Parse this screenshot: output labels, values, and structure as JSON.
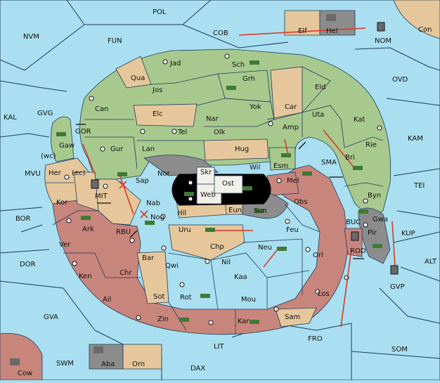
{
  "board": {
    "sea_labels": [
      "POL",
      "NVM",
      "FUN",
      "COB",
      "Con",
      "NOM",
      "OVD",
      "KAL",
      "GVG",
      "KAM",
      "SMA",
      "MVU",
      "(wc)",
      "(ec)",
      "BOR",
      "MIT",
      "TEI",
      "RBU",
      "BUC",
      "KUP",
      "DOR",
      "ROD",
      "ALT",
      "GVP",
      "GVA",
      "FRO",
      "SOM",
      "SWM",
      "LIT",
      "DAX",
      "Cow"
    ],
    "land_labels": [
      "Elf",
      "Hel",
      "Jad",
      "Sch",
      "Qua",
      "Grh",
      "Jos",
      "Eld",
      "Can",
      "Yok",
      "Car",
      "Elc",
      "Nar",
      "Uta",
      "Tel",
      "Olk",
      "Amp",
      "Kat",
      "GOR",
      "Gaw",
      "Gur",
      "Lan",
      "Hug",
      "Esm",
      "Rie",
      "Bri",
      "Nor",
      "Skr",
      "Ost",
      "Wil",
      "Her",
      "Sap",
      "Web",
      "Mel",
      "Kor",
      "Nab",
      "Obs",
      "Byn",
      "Hil",
      "Eun",
      "Sun",
      "Ark",
      "Nog",
      "Gwa",
      "Uru",
      "Feu",
      "Pir",
      "Ver",
      "Chp",
      "Neu",
      "Orl",
      "Bar",
      "Qwi",
      "Nil",
      "Ken",
      "Chr",
      "Kaa",
      "Los",
      "Sot",
      "Rot",
      "Ail",
      "Mou",
      "Sam",
      "Zin",
      "Kar",
      "Aba",
      "Orn"
    ],
    "legend_colors": {
      "sea": "#a9dff0",
      "green": "#a8c98e",
      "tan": "#e6c79b",
      "red": "#c8857c",
      "grey": "#8c8c8c",
      "arrow": "#d83a2a"
    }
  }
}
